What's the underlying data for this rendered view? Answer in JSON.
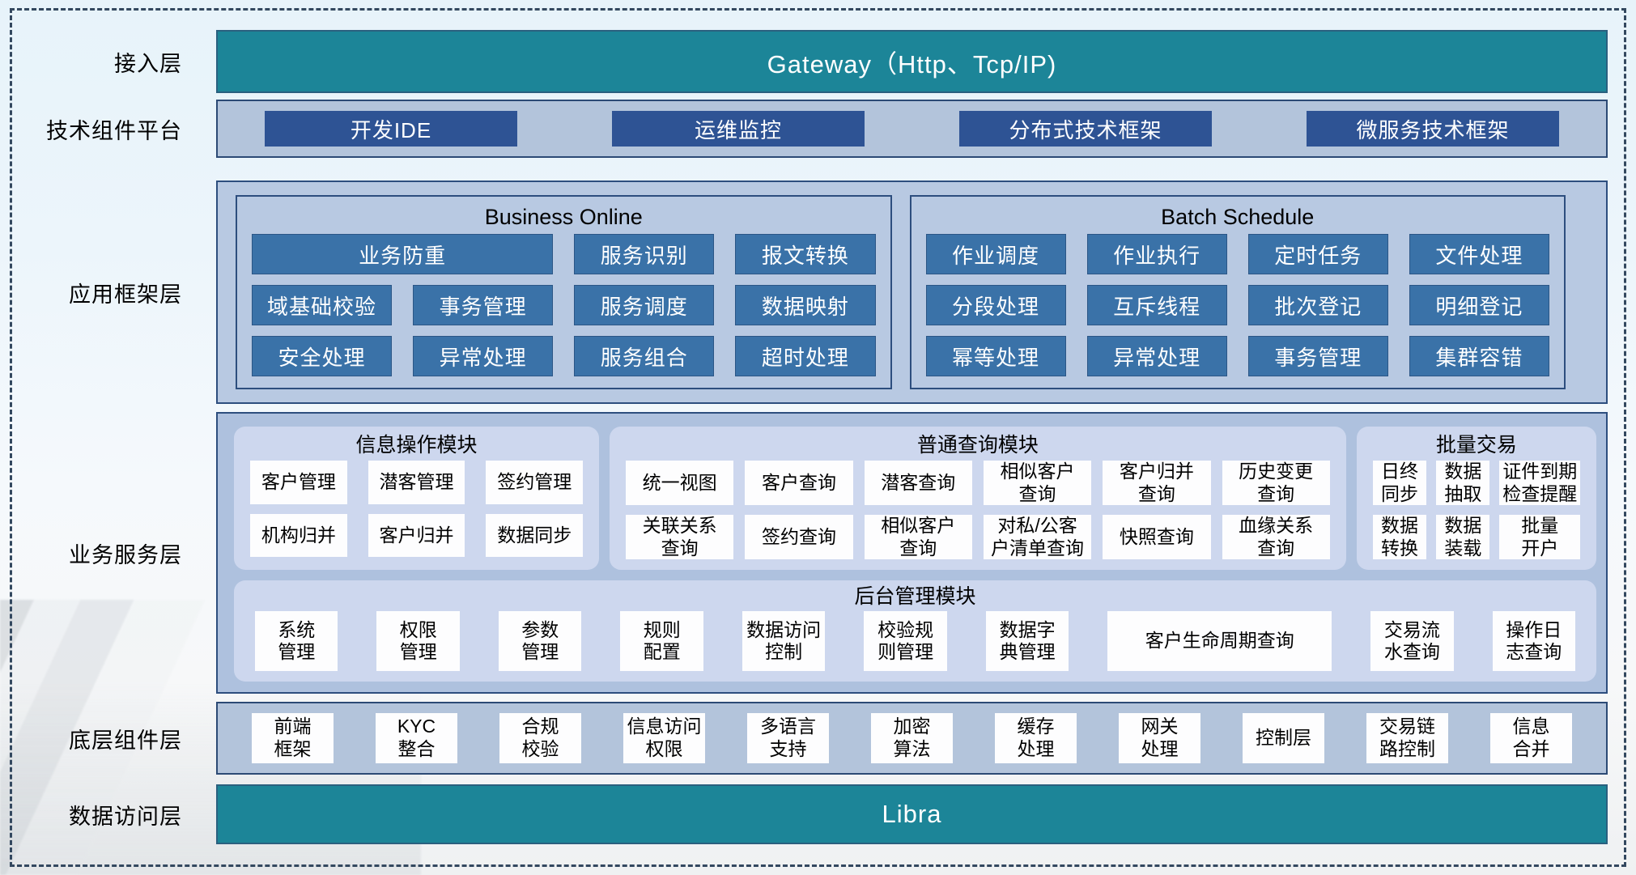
{
  "colors": {
    "teal_bar": "#1C8598",
    "navy_button": "#2E5394",
    "medium_blue_button": "#3A72A8",
    "container_blue": "#B8C9E2",
    "light_panel": "#CDD7EE",
    "white_button": "#FDFDFE",
    "frame_dash": "#33485F"
  },
  "access": {
    "label": "接入层",
    "text": "Gateway（Http、Tcp/IP)"
  },
  "tech": {
    "label": "技术组件平台",
    "items": [
      "开发IDE",
      "运维监控",
      "分布式技术框架",
      "微服务技术框架"
    ]
  },
  "framework": {
    "label": "应用框架层",
    "panels": [
      {
        "title": "Business Online",
        "rows": [
          [
            {
              "text": "业务防重",
              "span": 2
            },
            {
              "text": "服务识别"
            },
            {
              "text": "报文转换"
            }
          ],
          [
            {
              "text": "域基础校验"
            },
            {
              "text": "事务管理"
            },
            {
              "text": "服务调度"
            },
            {
              "text": "数据映射"
            }
          ],
          [
            {
              "text": "安全处理"
            },
            {
              "text": "异常处理"
            },
            {
              "text": "服务组合"
            },
            {
              "text": "超时处理"
            }
          ]
        ]
      },
      {
        "title": "Batch Schedule",
        "rows": [
          [
            {
              "text": "作业调度"
            },
            {
              "text": "作业执行"
            },
            {
              "text": "定时任务"
            },
            {
              "text": "文件处理"
            }
          ],
          [
            {
              "text": "分段处理"
            },
            {
              "text": "互斥线程"
            },
            {
              "text": "批次登记"
            },
            {
              "text": "明细登记"
            }
          ],
          [
            {
              "text": "幂等处理"
            },
            {
              "text": "异常处理"
            },
            {
              "text": "事务管理"
            },
            {
              "text": "集群容错"
            }
          ]
        ]
      }
    ]
  },
  "service": {
    "label": "业务服务层",
    "panels": [
      {
        "title": "信息操作模块",
        "cols": "cols-3",
        "items": [
          "客户管理",
          "潜客管理",
          "签约管理",
          "机构归并",
          "客户归并",
          "数据同步"
        ]
      },
      {
        "title": "普通查询模块",
        "cols": "cols-6",
        "items": [
          "统一视图",
          "客户查询",
          "潜客查询",
          "相似客户\n查询",
          "客户归并\n查询",
          "历史变更\n查询",
          "关联关系\n查询",
          "签约查询",
          "相似客户\n查询",
          "对私/公客\n户清单查询",
          "快照查询",
          "血缘关系\n查询"
        ]
      },
      {
        "title": "批量交易",
        "cols": "cols-3n",
        "items": [
          "日终\n同步",
          "数据\n抽取",
          "证件到期\n检查提醒",
          "数据\n转换",
          "数据\n装载",
          "批量\n开户"
        ]
      }
    ],
    "bottom": {
      "title": "后台管理模块",
      "items": [
        {
          "text": "系统\n管理"
        },
        {
          "text": "权限\n管理"
        },
        {
          "text": "参数\n管理"
        },
        {
          "text": "规则\n配置"
        },
        {
          "text": "数据访问\n控制"
        },
        {
          "text": "校验规\n则管理"
        },
        {
          "text": "数据字\n典管理"
        },
        {
          "text": "客户生命周期查询",
          "wide": true
        },
        {
          "text": "交易流\n水查询"
        },
        {
          "text": "操作日\n志查询"
        }
      ]
    }
  },
  "bottom": {
    "label": "底层组件层",
    "items": [
      "前端\n框架",
      "KYC\n整合",
      "合规\n校验",
      "信息访问\n权限",
      "多语言\n支持",
      "加密\n算法",
      "缓存\n处理",
      "网关\n处理",
      "控制层",
      "交易链\n路控制",
      "信息\n合并"
    ]
  },
  "data_access": {
    "label": "数据访问层",
    "text": "Libra"
  }
}
